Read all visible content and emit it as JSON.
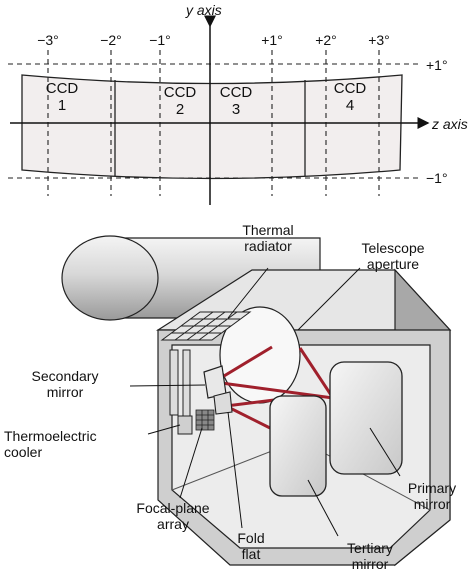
{
  "top_diagram": {
    "y_axis_label": "y axis",
    "z_axis_label": "z axis",
    "top_ticks": [
      "−3°",
      "−2°",
      "−1°",
      "+1°",
      "+2°",
      "+3°"
    ],
    "right_ticks": [
      "+1°",
      "−1°"
    ],
    "ccds": [
      {
        "name": "CCD",
        "number": "1"
      },
      {
        "name": "CCD",
        "number": "2"
      },
      {
        "name": "CCD",
        "number": "3"
      },
      {
        "name": "CCD",
        "number": "4"
      }
    ]
  },
  "bottom_diagram": {
    "labels": {
      "thermal_radiator": [
        "Thermal",
        "radiator"
      ],
      "telescope_aperture": [
        "Telescope",
        "aperture"
      ],
      "secondary_mirror": [
        "Secondary",
        "mirror"
      ],
      "thermoelectric_cooler": [
        "Thermoelectric",
        "cooler"
      ],
      "focal_plane_array": [
        "Focal-plane",
        "array"
      ],
      "fold_flat": [
        "Fold",
        "flat"
      ],
      "tertiary_mirror": [
        "Tertiary",
        "mirror"
      ],
      "primary_mirror": [
        "Primary",
        "mirror"
      ]
    }
  },
  "colors": {
    "ccd_fill": "#f2eeee",
    "beam": "#a0202c",
    "housing_light": "#e6e6e6",
    "housing_mid": "#cccccc",
    "housing_dark": "#a8a8a8"
  }
}
